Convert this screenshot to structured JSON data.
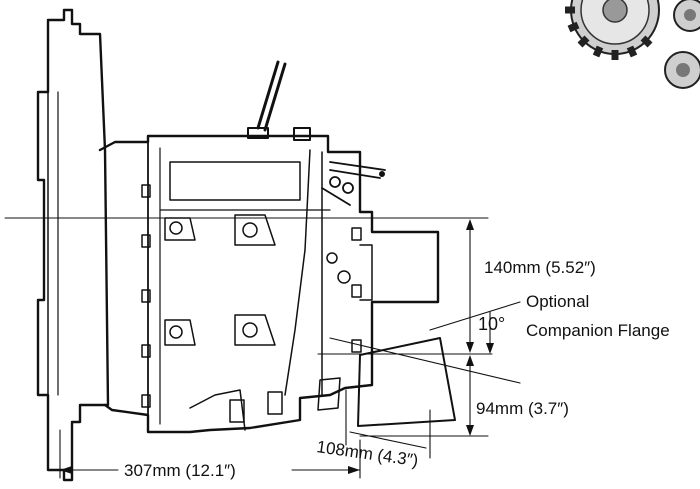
{
  "dimensions": {
    "height_upper": "140mm (5.52″)",
    "angle": "10°",
    "height_lower": "94mm (3.7″)",
    "offset_horizontal": "108mm (4.3″)",
    "overall_length": "307mm (12.1″)"
  },
  "callout": {
    "line1": "Optional",
    "line2": "Companion Flange"
  },
  "colors": {
    "line": "#111111",
    "background": "#ffffff",
    "gear_fill": "#d8d8d8"
  }
}
